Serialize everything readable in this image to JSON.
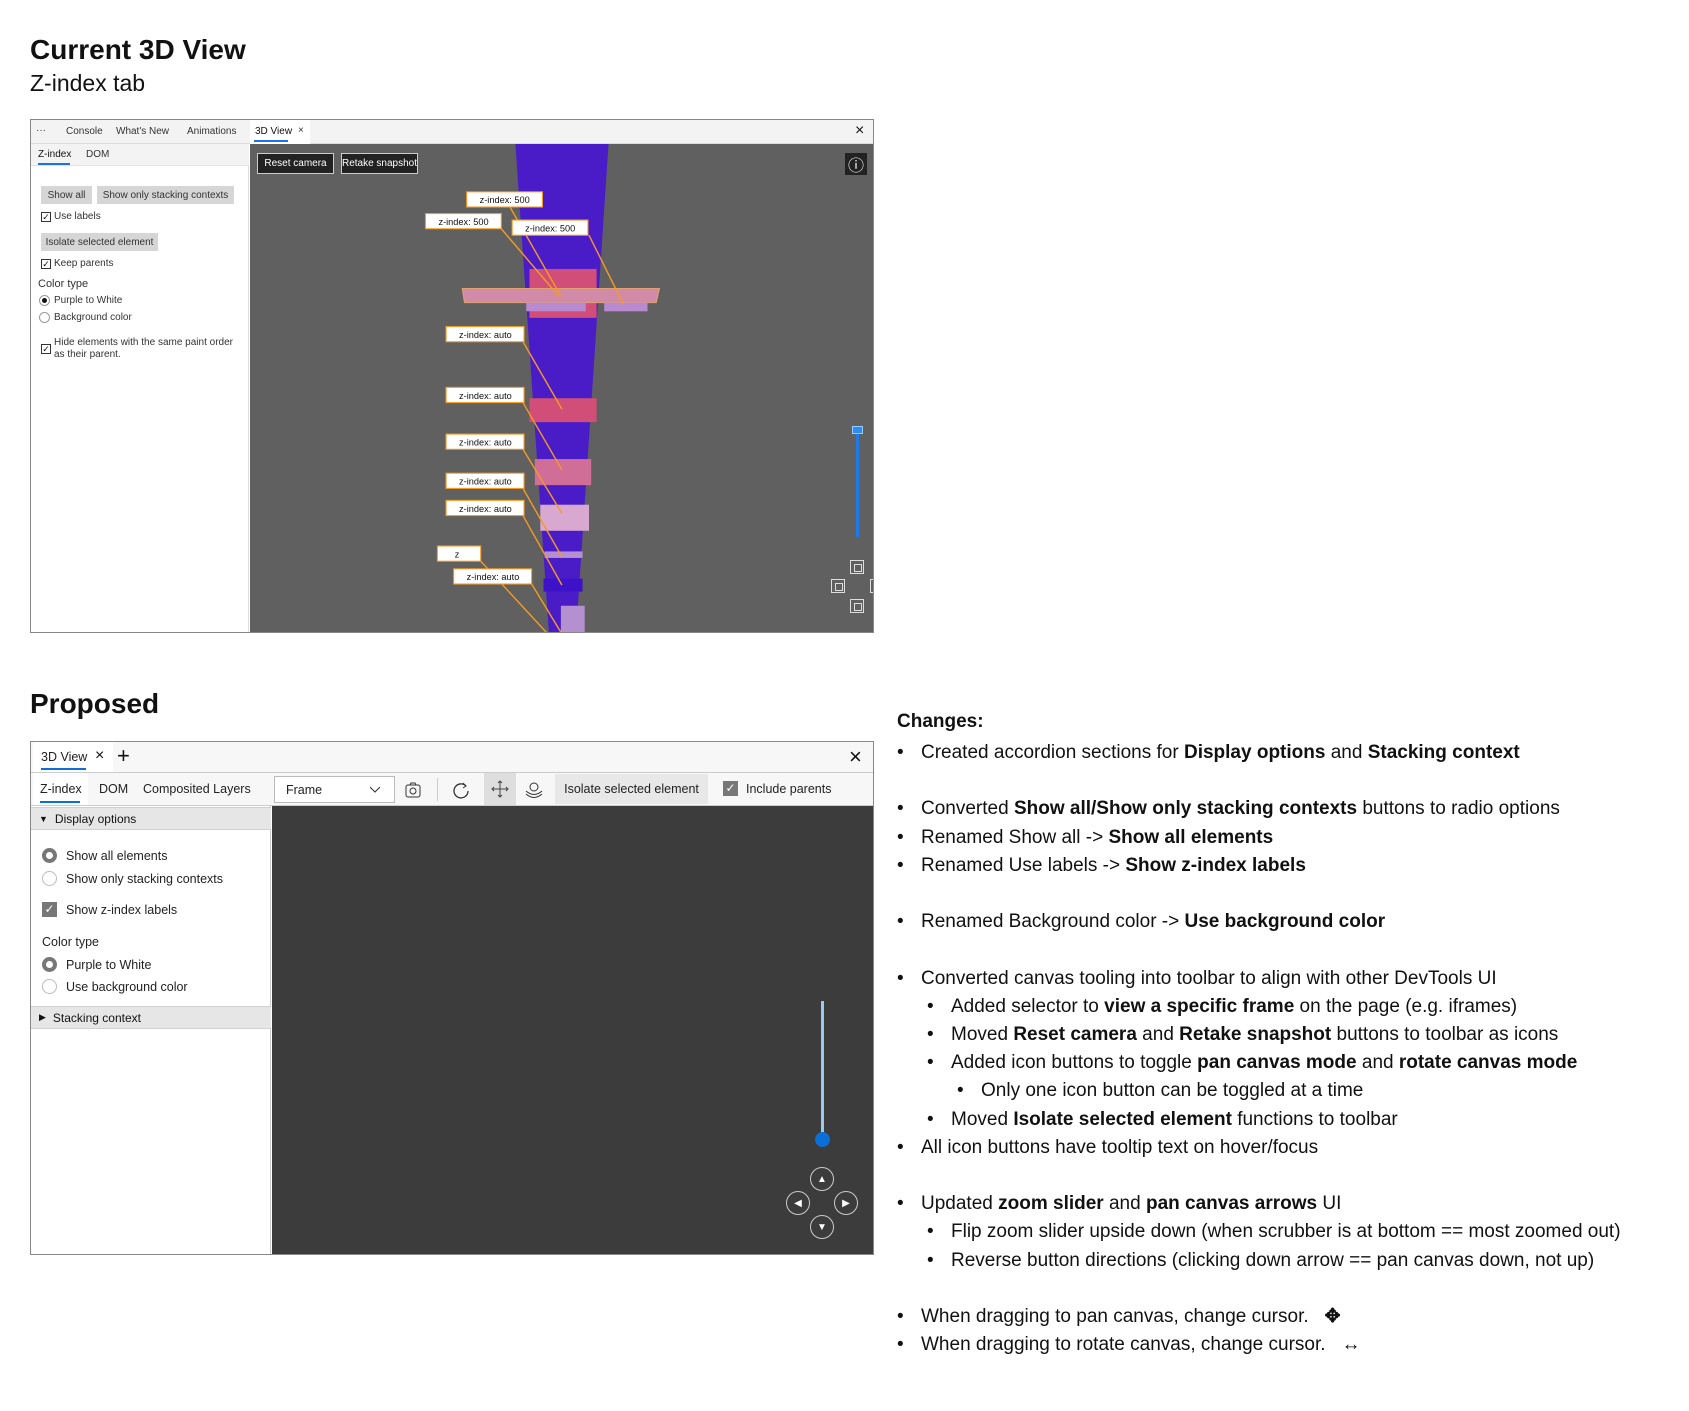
{
  "current": {
    "title": "Current 3D View",
    "subtitle": "Z-index tab",
    "tabs": {
      "more": "···",
      "console": "Console",
      "whats_new": "What's New",
      "animations": "Animations",
      "view3d": "3D View",
      "close_tab": "×",
      "close": "×"
    },
    "subtabs": [
      "Z-index",
      "DOM"
    ],
    "show_all": "Show all",
    "show_stacking": "Show only stacking contexts",
    "use_labels": "Use labels",
    "isolate": "Isolate selected element",
    "keep_parents": "Keep parents",
    "color_type": "Color type",
    "purple_white": "Purple to White",
    "background_color": "Background color",
    "hide_elements": "Hide elements with the same paint order as their parent.",
    "reset_camera": "Reset camera",
    "retake_snapshot": "Retake snapshot",
    "info_icon": "ⓘ",
    "labels": [
      "z-index: 500",
      "z-index: 500",
      "z-index: 500",
      "z-index: auto",
      "z-index: auto",
      "z-index: auto",
      "z-index: auto",
      "z-index: auto",
      "z",
      "z-index: auto"
    ],
    "colors": {
      "canvas": "#606060",
      "column": "#4a1cc8",
      "slab": "#d04e78",
      "label_border": "#f59a23",
      "slider": "#1e7ae8"
    },
    "zoom_level": 1.0
  },
  "proposed": {
    "title": "Proposed",
    "tab": "3D View",
    "close_tab": "×",
    "add_tab": "+",
    "close": "×",
    "subtabs": [
      "Z-index",
      "DOM",
      "Composited Layers"
    ],
    "frame": "Frame",
    "isolate": "Isolate selected element",
    "include_parents": "Include parents",
    "display_options": "Display options",
    "show_all_elements": "Show all elements",
    "show_stacking": "Show only stacking contexts",
    "show_labels": "Show z-index labels",
    "color_type": "Color type",
    "purple_white": "Purple to White",
    "use_bg": "Use background color",
    "stacking_context": "Stacking context",
    "icons": [
      "camera-icon",
      "refresh-icon",
      "pan-icon",
      "rotate-icon"
    ],
    "colors": {
      "canvas": "#3c3c3c",
      "accent": "#0a6fd6",
      "slider_track": "#9ec9ef"
    },
    "zoom_level": 0.0
  },
  "changes": {
    "title": "Changes:",
    "items": [
      {
        "level": 0,
        "seg": [
          [
            "Created accordion sections for ",
            0
          ],
          [
            "Display options",
            1
          ],
          [
            " and ",
            0
          ],
          [
            "Stacking context",
            1
          ]
        ]
      },
      {
        "level": 0,
        "seg": [
          [
            "Converted ",
            0
          ],
          [
            "Show all/Show only stacking contexts",
            1
          ],
          [
            " buttons to radio options",
            0
          ]
        ]
      },
      {
        "level": 0,
        "seg": [
          [
            "Renamed Show all -> ",
            0
          ],
          [
            "Show all elements",
            1
          ]
        ]
      },
      {
        "level": 0,
        "seg": [
          [
            "Renamed Use labels -> ",
            0
          ],
          [
            "Show z-index labels",
            1
          ]
        ]
      },
      {
        "level": 0,
        "seg": [
          [
            "Renamed Background color -> ",
            0
          ],
          [
            "Use background color",
            1
          ]
        ]
      },
      {
        "level": 0,
        "seg": [
          [
            "Converted canvas tooling into toolbar to align with other DevTools UI",
            0
          ]
        ]
      },
      {
        "level": 1,
        "seg": [
          [
            "Added selector to ",
            0
          ],
          [
            "view a specific frame",
            1
          ],
          [
            " on the page (e.g. iframes)",
            0
          ]
        ]
      },
      {
        "level": 1,
        "seg": [
          [
            "Moved ",
            0
          ],
          [
            "Reset camera",
            1
          ],
          [
            " and ",
            0
          ],
          [
            "Retake snapshot",
            1
          ],
          [
            " buttons to toolbar as icons",
            0
          ]
        ]
      },
      {
        "level": 1,
        "seg": [
          [
            "Added icon buttons to toggle ",
            0
          ],
          [
            "pan canvas mode",
            1
          ],
          [
            " and ",
            0
          ],
          [
            "rotate canvas mode",
            1
          ]
        ]
      },
      {
        "level": 2,
        "seg": [
          [
            "Only one icon button can be toggled at a time",
            0
          ]
        ]
      },
      {
        "level": 1,
        "seg": [
          [
            "Moved ",
            0
          ],
          [
            "Isolate selected element",
            1
          ],
          [
            " functions to toolbar",
            0
          ]
        ]
      },
      {
        "level": 0,
        "seg": [
          [
            "All icon buttons have tooltip text on hover/focus",
            0
          ]
        ]
      },
      {
        "level": 0,
        "seg": [
          [
            "Updated ",
            0
          ],
          [
            "zoom slider",
            1
          ],
          [
            " and ",
            0
          ],
          [
            "pan canvas arrows",
            1
          ],
          [
            " UI",
            0
          ]
        ]
      },
      {
        "level": 1,
        "seg": [
          [
            "Flip zoom slider upside down (when scrubber is at bottom == most zoomed out)",
            0
          ]
        ]
      },
      {
        "level": 1,
        "seg": [
          [
            "Reverse button directions (clicking down arrow == pan canvas down, not up)",
            0
          ]
        ]
      },
      {
        "level": 0,
        "seg": [
          [
            "When dragging to pan canvas, change cursor.",
            0
          ]
        ],
        "icon": "✥"
      },
      {
        "level": 0,
        "seg": [
          [
            "When dragging to rotate canvas, change cursor.",
            0
          ]
        ],
        "icon": "↔"
      }
    ]
  }
}
